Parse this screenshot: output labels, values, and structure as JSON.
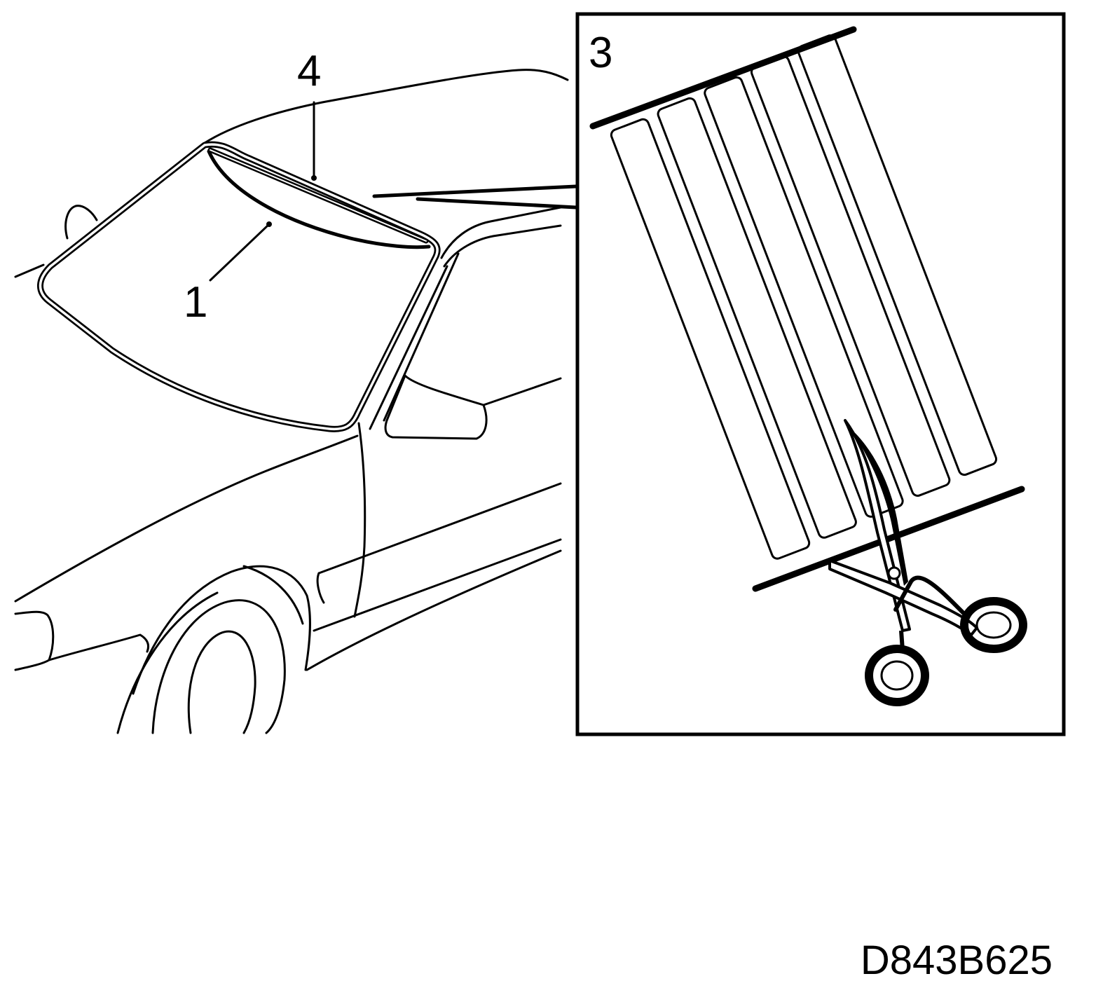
{
  "figure_code": "D843B625",
  "callouts": {
    "windshield": "1",
    "inset": "3",
    "upper_trim": "4"
  },
  "inset_strip_count": 5,
  "colors": {
    "line": "#000000",
    "background": "#ffffff"
  }
}
